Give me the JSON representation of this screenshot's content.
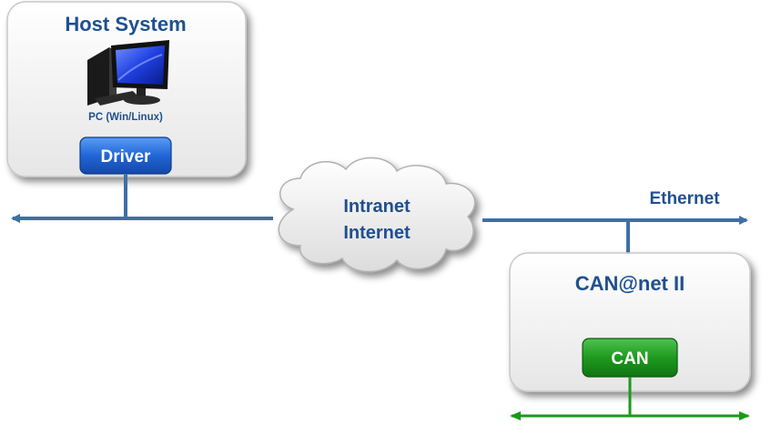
{
  "host": {
    "title": "Host System",
    "pc_label": "PC (Win/Linux)",
    "driver_label": "Driver"
  },
  "cloud": {
    "line1": "Intranet",
    "line2": "Internet"
  },
  "ethernet_label": "Ethernet",
  "device": {
    "title": "CAN@net II",
    "can_label": "CAN"
  },
  "colors": {
    "network_line": "#3f6fa6",
    "label_text": "#1f4f8f",
    "driver_button": "#1b5fc8",
    "can_button": "#1f8e1f",
    "can_bus": "#1a9a1a"
  },
  "icons": {
    "pc": "desktop-computer-icon",
    "cloud": "cloud-icon"
  }
}
